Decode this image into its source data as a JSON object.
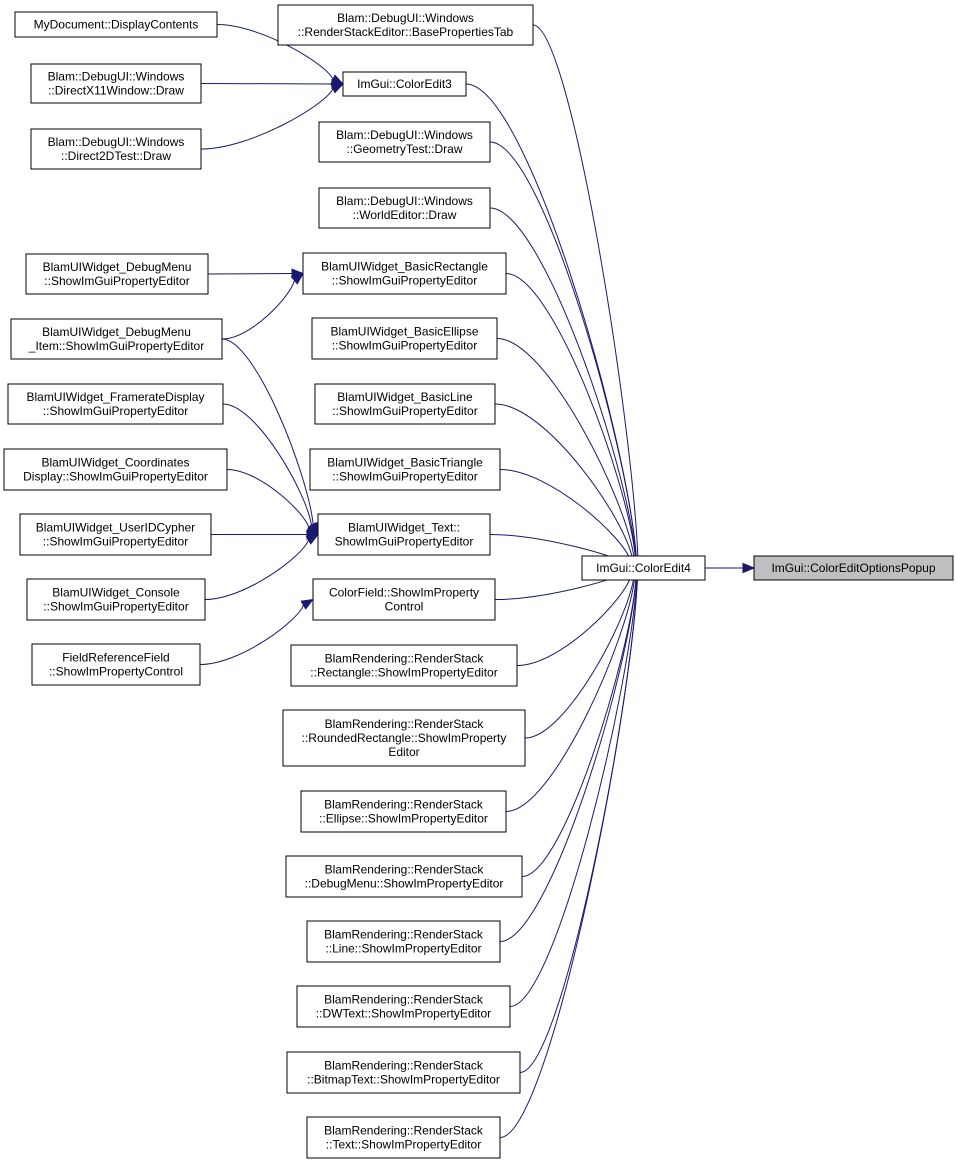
{
  "colors": {
    "edge": "#191970",
    "node_fill": "#ffffff",
    "root_fill": "#bfbfbf",
    "border": "#000000"
  },
  "nodes": [
    {
      "id": "popup",
      "lines": [
        "ImGui::ColorEditOptionsPopup"
      ],
      "root": true
    },
    {
      "id": "ce4",
      "lines": [
        "ImGui::ColorEdit4"
      ]
    },
    {
      "id": "ce3",
      "lines": [
        "ImGui::ColorEdit3"
      ]
    },
    {
      "id": "mydoc",
      "lines": [
        "MyDocument::DisplayContents"
      ]
    },
    {
      "id": "dx11",
      "lines": [
        "Blam::DebugUI::Windows",
        "::DirectX11Window::Draw"
      ]
    },
    {
      "id": "d2d",
      "lines": [
        "Blam::DebugUI::Windows",
        "::Direct2DTest::Draw"
      ]
    },
    {
      "id": "baseprop",
      "lines": [
        "Blam::DebugUI::Windows",
        "::RenderStackEditor::BasePropertiesTab"
      ]
    },
    {
      "id": "geom",
      "lines": [
        "Blam::DebugUI::Windows",
        "::GeometryTest::Draw"
      ]
    },
    {
      "id": "world",
      "lines": [
        "Blam::DebugUI::Windows",
        "::WorldEditor::Draw"
      ]
    },
    {
      "id": "brect",
      "lines": [
        "BlamUIWidget_BasicRectangle",
        "::ShowImGuiPropertyEditor"
      ]
    },
    {
      "id": "dmenu",
      "lines": [
        "BlamUIWidget_DebugMenu",
        "::ShowImGuiPropertyEditor"
      ]
    },
    {
      "id": "dmenuitem",
      "lines": [
        "BlamUIWidget_DebugMenu",
        "_Item::ShowImGuiPropertyEditor"
      ]
    },
    {
      "id": "bellipse",
      "lines": [
        "BlamUIWidget_BasicEllipse",
        "::ShowImGuiPropertyEditor"
      ]
    },
    {
      "id": "bline",
      "lines": [
        "BlamUIWidget_BasicLine",
        "::ShowImGuiPropertyEditor"
      ]
    },
    {
      "id": "framerate",
      "lines": [
        "BlamUIWidget_FramerateDisplay",
        "::ShowImGuiPropertyEditor"
      ]
    },
    {
      "id": "btri",
      "lines": [
        "BlamUIWidget_BasicTriangle",
        "::ShowImGuiPropertyEditor"
      ]
    },
    {
      "id": "coords",
      "lines": [
        "BlamUIWidget_Coordinates",
        "Display::ShowImGuiPropertyEditor"
      ]
    },
    {
      "id": "text",
      "lines": [
        "BlamUIWidget_Text::",
        "ShowImGuiPropertyEditor"
      ]
    },
    {
      "id": "useridc",
      "lines": [
        "BlamUIWidget_UserIDCypher",
        "::ShowImGuiPropertyEditor"
      ]
    },
    {
      "id": "console",
      "lines": [
        "BlamUIWidget_Console",
        "::ShowImGuiPropertyEditor"
      ]
    },
    {
      "id": "colorfield",
      "lines": [
        "ColorField::ShowImProperty",
        "Control"
      ]
    },
    {
      "id": "fieldref",
      "lines": [
        "FieldReferenceField",
        "::ShowImPropertyControl"
      ]
    },
    {
      "id": "rsrect",
      "lines": [
        "BlamRendering::RenderStack",
        "::Rectangle::ShowImPropertyEditor"
      ]
    },
    {
      "id": "rsround",
      "lines": [
        "BlamRendering::RenderStack",
        "::RoundedRectangle::ShowImProperty",
        "Editor"
      ]
    },
    {
      "id": "rsellipse",
      "lines": [
        "BlamRendering::RenderStack",
        "::Ellipse::ShowImPropertyEditor"
      ]
    },
    {
      "id": "rsdmenu",
      "lines": [
        "BlamRendering::RenderStack",
        "::DebugMenu::ShowImPropertyEditor"
      ]
    },
    {
      "id": "rsline",
      "lines": [
        "BlamRendering::RenderStack",
        "::Line::ShowImPropertyEditor"
      ]
    },
    {
      "id": "rsdwtext",
      "lines": [
        "BlamRendering::RenderStack",
        "::DWText::ShowImPropertyEditor"
      ]
    },
    {
      "id": "rsbitmap",
      "lines": [
        "BlamRendering::RenderStack",
        "::BitmapText::ShowImPropertyEditor"
      ]
    },
    {
      "id": "rstext",
      "lines": [
        "BlamRendering::RenderStack",
        "::Text::ShowImPropertyEditor"
      ]
    }
  ],
  "edges": [
    {
      "from": "ce4",
      "to": "popup"
    },
    {
      "from": "ce3",
      "to": "ce4"
    },
    {
      "from": "baseprop",
      "to": "ce4"
    },
    {
      "from": "geom",
      "to": "ce4"
    },
    {
      "from": "world",
      "to": "ce4"
    },
    {
      "from": "brect",
      "to": "ce4"
    },
    {
      "from": "bellipse",
      "to": "ce4"
    },
    {
      "from": "bline",
      "to": "ce4"
    },
    {
      "from": "btri",
      "to": "ce4"
    },
    {
      "from": "text",
      "to": "ce4"
    },
    {
      "from": "colorfield",
      "to": "ce4"
    },
    {
      "from": "rsrect",
      "to": "ce4"
    },
    {
      "from": "rsround",
      "to": "ce4"
    },
    {
      "from": "rsellipse",
      "to": "ce4"
    },
    {
      "from": "rsdmenu",
      "to": "ce4"
    },
    {
      "from": "rsline",
      "to": "ce4"
    },
    {
      "from": "rsdwtext",
      "to": "ce4"
    },
    {
      "from": "rsbitmap",
      "to": "ce4"
    },
    {
      "from": "rstext",
      "to": "ce4"
    },
    {
      "from": "mydoc",
      "to": "ce3"
    },
    {
      "from": "dx11",
      "to": "ce3"
    },
    {
      "from": "d2d",
      "to": "ce3"
    },
    {
      "from": "dmenu",
      "to": "brect"
    },
    {
      "from": "dmenuitem",
      "to": "brect"
    },
    {
      "from": "dmenuitem",
      "to": "text"
    },
    {
      "from": "framerate",
      "to": "text"
    },
    {
      "from": "coords",
      "to": "text"
    },
    {
      "from": "useridc",
      "to": "text"
    },
    {
      "from": "console",
      "to": "text"
    },
    {
      "from": "fieldref",
      "to": "colorfield"
    }
  ]
}
